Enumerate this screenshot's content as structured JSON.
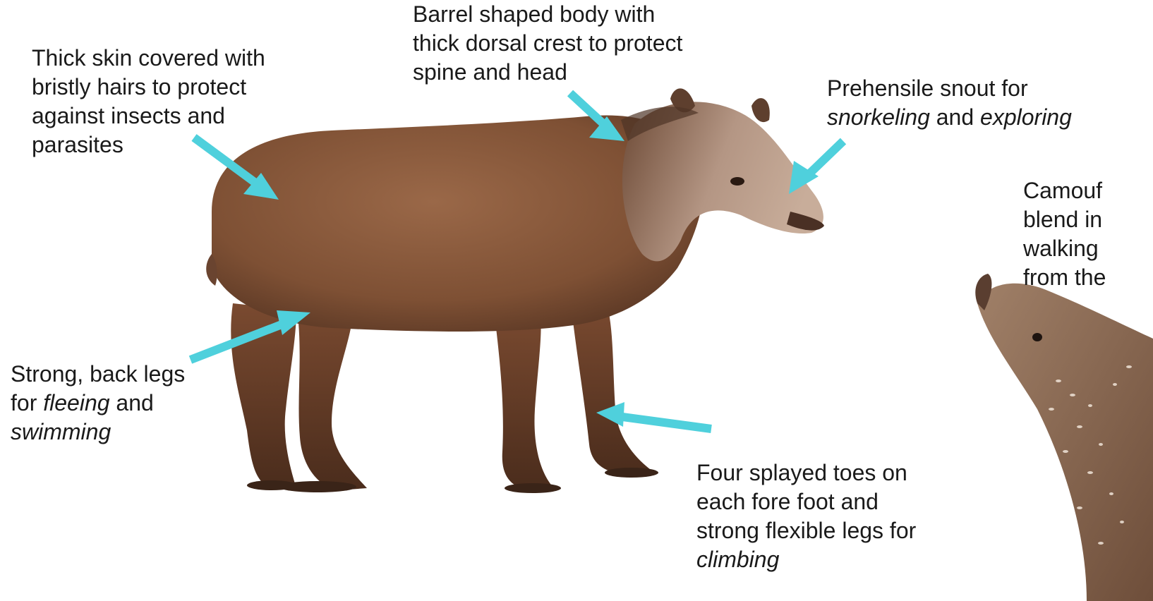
{
  "colors": {
    "arrow": "#4fd0dc",
    "tapir_body": "#8b5a3c",
    "tapir_dark": "#5e3a26",
    "tapir_head": "#b89a86",
    "calf": "#8a6a52",
    "calf_spots": "#f0e4d8"
  },
  "labels": {
    "skin": [
      "Thick skin covered with",
      "bristly hairs to protect",
      "against insects and",
      "parasites"
    ],
    "body": [
      "Barrel shaped body with",
      "thick dorsal crest to protect",
      "spine and head"
    ],
    "snout_line1": "Prehensile snout for",
    "snout_word1": "snorkeling",
    "snout_and": "and",
    "snout_word2": "exploring",
    "camo": [
      "Camouf",
      "blend in",
      "walking",
      "from the"
    ],
    "legs_line1": "Strong, back legs",
    "legs_for": "for",
    "legs_word1": "fleeing",
    "legs_and": "and",
    "legs_word2": "swimming",
    "toes": [
      "Four splayed toes on",
      "each fore foot and",
      "strong flexible legs for"
    ],
    "toes_word": "climbing"
  }
}
